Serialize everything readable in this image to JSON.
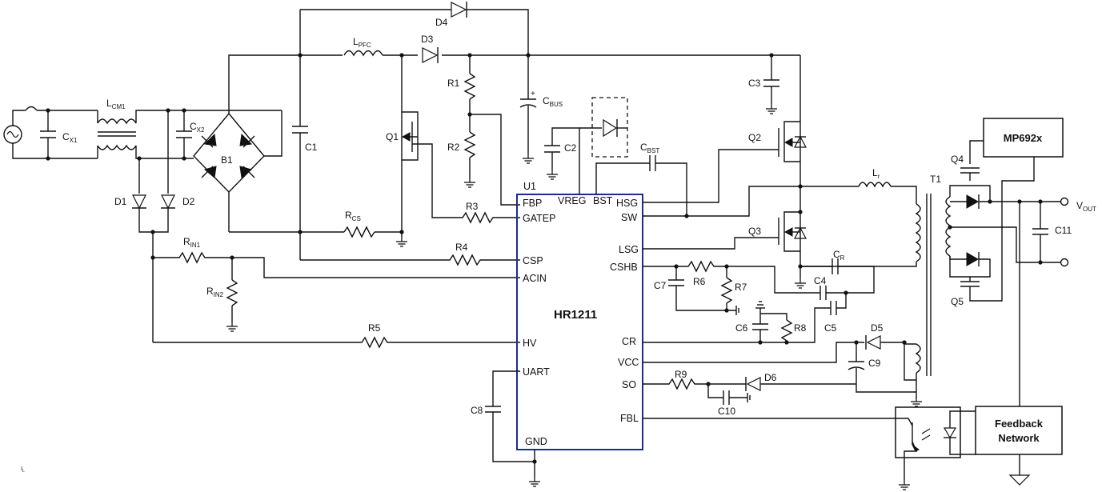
{
  "diagram": {
    "chip": {
      "ref": "U1",
      "name": "HR1211",
      "pins_left": [
        "FBP",
        "GATEP",
        "CSP",
        "ACIN",
        "HV",
        "UART",
        "GND"
      ],
      "pins_top": [
        "VREG",
        "BST"
      ],
      "pins_right": [
        "HSG",
        "SW",
        "LSG",
        "CSHB",
        "CR",
        "VCC",
        "SO",
        "FBL"
      ]
    },
    "blocks": {
      "controller": "MP692x",
      "feedback_line1": "Feedback",
      "feedback_line2": "Network"
    },
    "labels": {
      "cx1": "C",
      "cx1_sub": "X1",
      "lcm1": "L",
      "lcm1_sub": "CM1",
      "cx2": "C",
      "cx2_sub": "X2",
      "b1": "B1",
      "d1": "D1",
      "d2": "D2",
      "c1": "C1",
      "lpfc": "L",
      "lpfc_sub": "PFC",
      "d3": "D3",
      "d4": "D4",
      "r1": "R1",
      "r2": "R2",
      "cbus": "C",
      "cbus_sub": "BUS",
      "q1": "Q1",
      "rcs": "R",
      "rcs_sub": "CS",
      "r3": "R3",
      "r4": "R4",
      "rin1": "R",
      "rin1_sub": "IN1",
      "rin2": "R",
      "rin2_sub": "IN2",
      "r5": "R5",
      "c2": "C2",
      "cbst": "C",
      "cbst_sub": "BST",
      "c3": "C3",
      "q2": "Q2",
      "q3": "Q3",
      "lr": "L",
      "lr_sub": "r",
      "t1": "T1",
      "cr": "C",
      "cr_sub": "R",
      "c4": "C4",
      "c5": "C5",
      "c6": "C6",
      "c7": "C7",
      "r6": "R6",
      "r7": "R7",
      "r8": "R8",
      "d5": "D5",
      "c9": "C9",
      "r9": "R9",
      "d6": "D6",
      "c10": "C10",
      "c8": "C8",
      "q4": "Q4",
      "q5": "Q5",
      "c11": "C11",
      "vout": "V",
      "vout_sub": "OUT",
      "il": "I",
      "il_sub": "L"
    }
  }
}
